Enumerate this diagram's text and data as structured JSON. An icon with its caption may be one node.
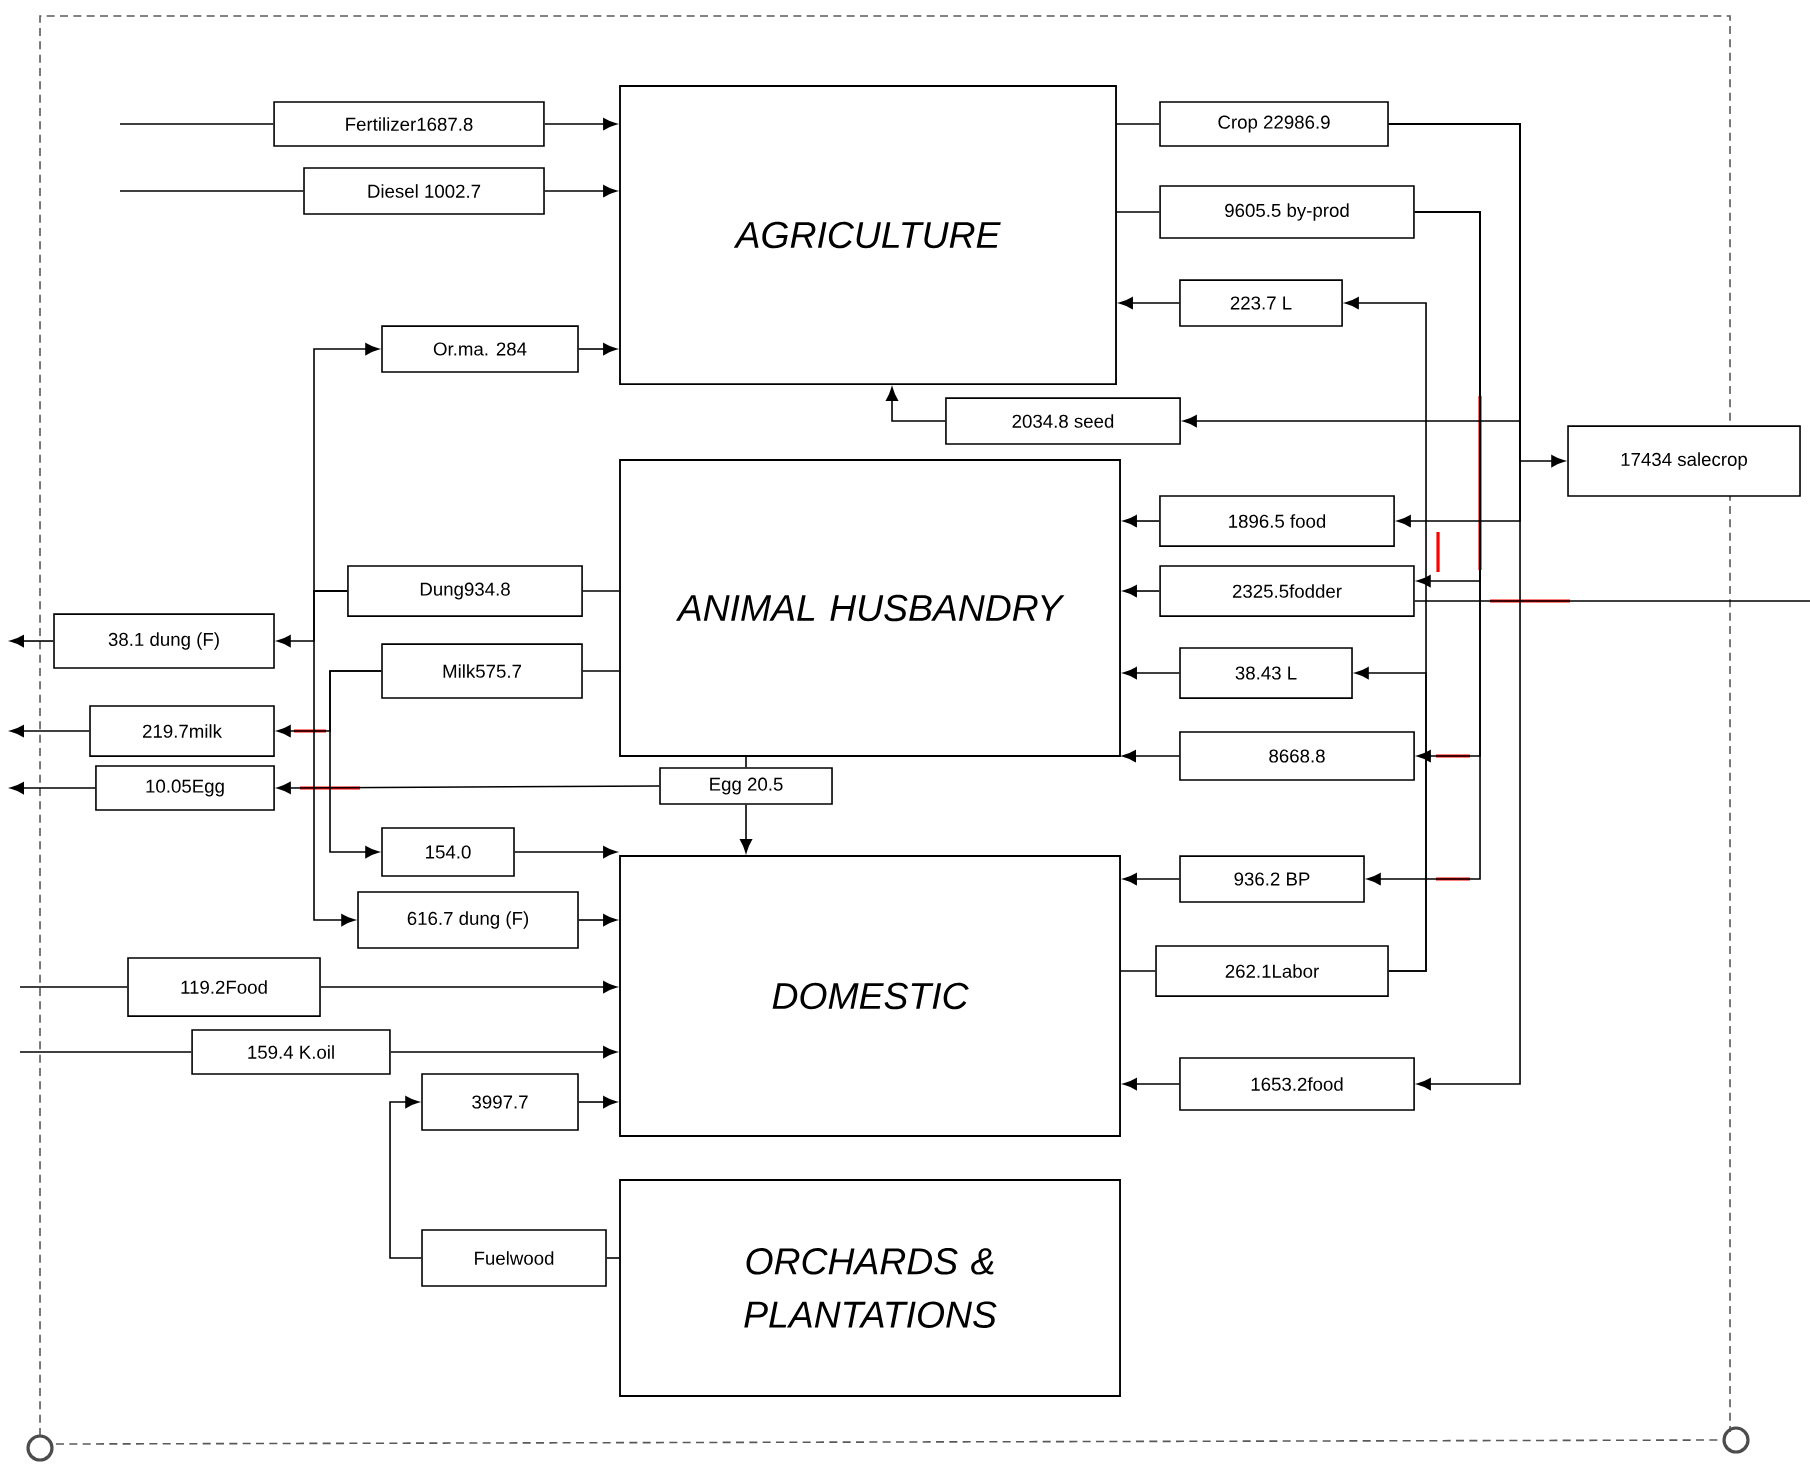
{
  "diagram": {
    "nodes": [
      {
        "text": [
          "AGRICULTURE"
        ]
      },
      {
        "text": [
          "ANIMAL HUSBANDRY"
        ]
      },
      {
        "text": [
          "DOMESTIC"
        ]
      },
      {
        "text": [
          "ORCHARDS & PLANTATIONS"
        ]
      },
      {
        "text": [
          "Fertilizer1687.8"
        ]
      },
      {
        "text": [
          "Diesel 1002.7"
        ]
      },
      {
        "text": [
          "Or.ma. 284"
        ]
      },
      {
        "text": [
          "2034.8 seed"
        ]
      },
      {
        "text": [
          "Crop 22986.9"
        ]
      },
      {
        "text": [
          "9605.5 by-prod"
        ]
      },
      {
        "text": [
          "223.7 L"
        ]
      },
      {
        "text": [
          "17434 salecrop"
        ]
      },
      {
        "text": [
          "1896.5 food"
        ]
      },
      {
        "text": [
          "2325.5fodder"
        ]
      },
      {
        "text": [
          "38.43 L"
        ]
      },
      {
        "text": [
          "8668.8"
        ]
      },
      {
        "text": [
          "936.2 BP"
        ]
      },
      {
        "text": [
          "262.1Labor"
        ]
      },
      {
        "text": [
          "1653.2food"
        ]
      },
      {
        "text": [
          "Dung934.8"
        ]
      },
      {
        "text": [
          "38.1 dung (F)"
        ]
      },
      {
        "text": [
          "Milk575.7"
        ]
      },
      {
        "text": [
          "219.7milk"
        ]
      },
      {
        "text": [
          "10.05Egg"
        ]
      },
      {
        "text": [
          "Egg 20.5"
        ]
      },
      {
        "text": [
          "154.0"
        ]
      },
      {
        "text": [
          "616.7 dung (F)"
        ]
      },
      {
        "text": [
          "119.2Food"
        ]
      },
      {
        "text": [
          "159.4 K.oil"
        ]
      },
      {
        "text": [
          "3997.7"
        ]
      },
      {
        "text": [
          "Fuelwood"
        ]
      }
    ],
    "edges": [
      {
        "from": null,
        "to": 4,
        "arrow": "none"
      },
      {
        "from": 4,
        "to": 0,
        "arrow": "to"
      },
      {
        "from": null,
        "to": 5,
        "arrow": "none"
      },
      {
        "from": 5,
        "to": 0,
        "arrow": "to"
      },
      {
        "from": 1,
        "to": 19,
        "arrow": "none"
      },
      {
        "from": 19,
        "to": 6,
        "arrow": "to"
      },
      {
        "from": 6,
        "to": 0,
        "arrow": "to"
      },
      {
        "from": 19,
        "to": 20,
        "arrow": "to"
      },
      {
        "from": 19,
        "to": 26,
        "arrow": "to"
      },
      {
        "from": 20,
        "to": null,
        "arrow": "to"
      },
      {
        "from": 26,
        "to": 2,
        "arrow": "to"
      },
      {
        "from": 1,
        "to": 21,
        "arrow": "none"
      },
      {
        "from": 21,
        "to": 22,
        "arrow": "to"
      },
      {
        "from": 21,
        "to": 25,
        "arrow": "to"
      },
      {
        "from": 22,
        "to": null,
        "arrow": "to"
      },
      {
        "from": 25,
        "to": 2,
        "arrow": "to"
      },
      {
        "from": 1,
        "to": 24,
        "arrow": "none"
      },
      {
        "from": 24,
        "to": 2,
        "arrow": "to"
      },
      {
        "from": 24,
        "to": 23,
        "arrow": "to"
      },
      {
        "from": 23,
        "to": null,
        "arrow": "to"
      },
      {
        "from": 0,
        "to": 8,
        "arrow": "none"
      },
      {
        "from": 8,
        "to": 7,
        "arrow": "to"
      },
      {
        "from": 7,
        "to": 0,
        "arrow": "to"
      },
      {
        "from": 8,
        "to": 11,
        "arrow": "to"
      },
      {
        "from": 8,
        "to": 12,
        "arrow": "to"
      },
      {
        "from": 12,
        "to": 1,
        "arrow": "to"
      },
      {
        "from": 8,
        "to": 18,
        "arrow": "to"
      },
      {
        "from": 18,
        "to": 2,
        "arrow": "to"
      },
      {
        "from": 0,
        "to": 9,
        "arrow": "none"
      },
      {
        "from": 9,
        "to": 13,
        "arrow": "to"
      },
      {
        "from": null,
        "to": 13,
        "arrow": "none"
      },
      {
        "from": 13,
        "to": 1,
        "arrow": "to"
      },
      {
        "from": 9,
        "to": 15,
        "arrow": "to"
      },
      {
        "from": 15,
        "to": 1,
        "arrow": "to"
      },
      {
        "from": 9,
        "to": 16,
        "arrow": "to"
      },
      {
        "from": 16,
        "to": 2,
        "arrow": "to"
      },
      {
        "from": 2,
        "to": 17,
        "arrow": "none"
      },
      {
        "from": 17,
        "to": 10,
        "arrow": "to"
      },
      {
        "from": 17,
        "to": 14,
        "arrow": "to"
      },
      {
        "from": 10,
        "to": 0,
        "arrow": "to"
      },
      {
        "from": 14,
        "to": 1,
        "arrow": "to"
      },
      {
        "from": null,
        "to": 27,
        "arrow": "none"
      },
      {
        "from": 27,
        "to": 2,
        "arrow": "to"
      },
      {
        "from": null,
        "to": 28,
        "arrow": "none"
      },
      {
        "from": 28,
        "to": 2,
        "arrow": "to"
      },
      {
        "from": 3,
        "to": 30,
        "arrow": "none"
      },
      {
        "from": 30,
        "to": 29,
        "arrow": "to"
      },
      {
        "from": 29,
        "to": 2,
        "arrow": "to"
      }
    ]
  }
}
